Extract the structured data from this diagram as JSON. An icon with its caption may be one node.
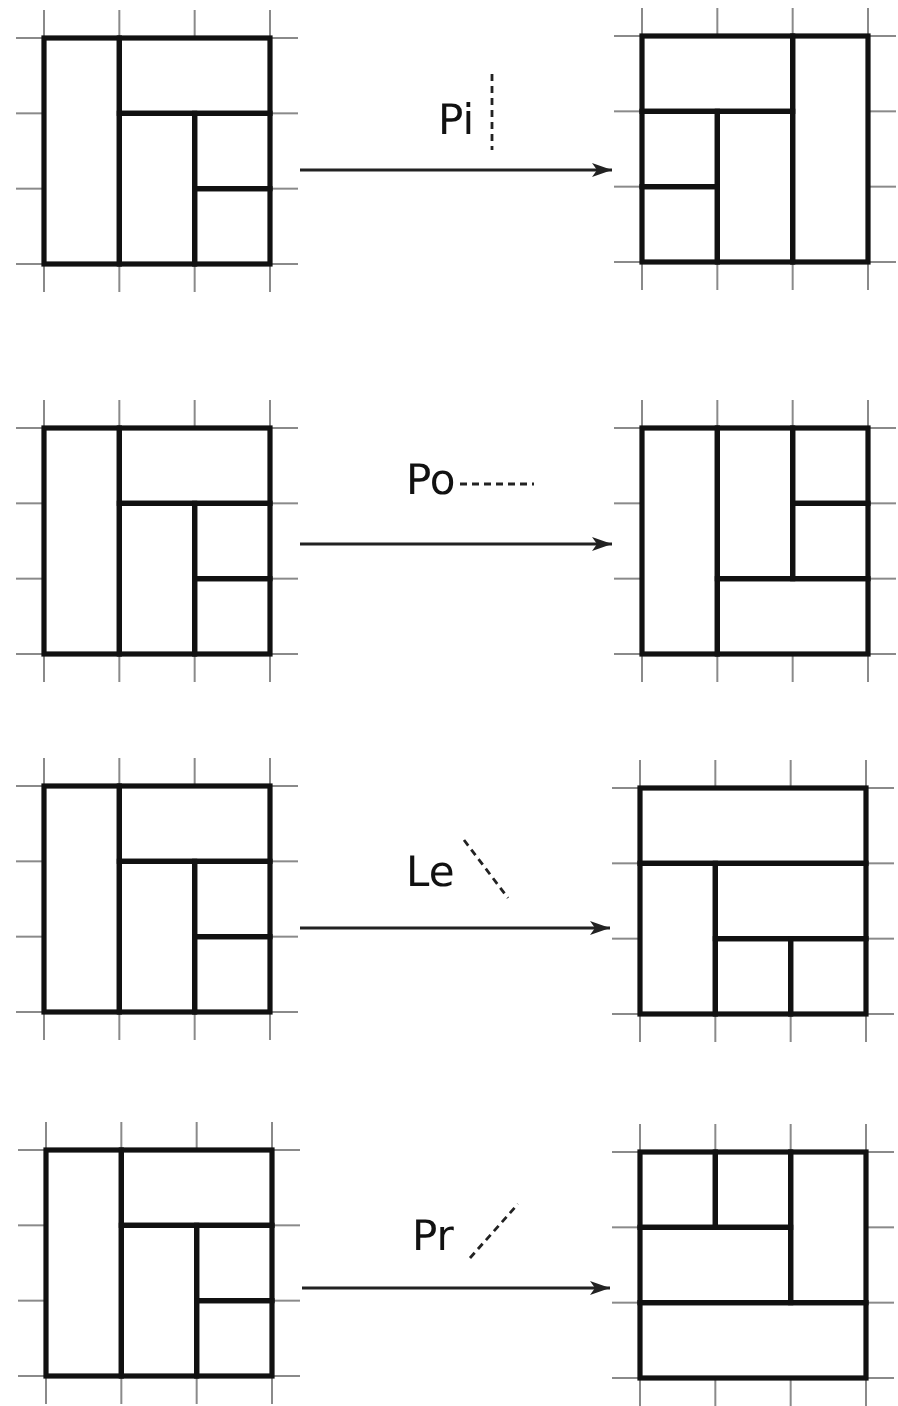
{
  "diagram": {
    "nodes": [
      {
        "text": [],
        "shape": "picture"
      },
      {
        "text": [],
        "shape": "picture"
      },
      {
        "text": [],
        "shape": "picture"
      },
      {
        "text": [],
        "shape": "picture"
      },
      {
        "text": [],
        "shape": "picture"
      },
      {
        "text": [],
        "shape": "picture"
      },
      {
        "text": [],
        "shape": "picture"
      },
      {
        "text": [],
        "shape": "picture"
      }
    ],
    "edges": [
      {
        "from": 0,
        "to": 1,
        "arrow": "to",
        "label": "Pi"
      },
      {
        "from": 2,
        "to": 3,
        "arrow": "to",
        "label": "Po"
      },
      {
        "from": 4,
        "to": 5,
        "arrow": "to",
        "label": "Le"
      },
      {
        "from": 6,
        "to": 7,
        "arrow": "to",
        "label": "Pr"
      }
    ]
  }
}
